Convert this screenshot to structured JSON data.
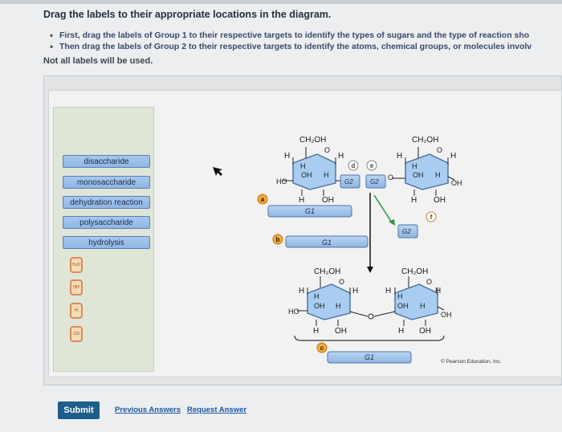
{
  "title": "Drag the labels to their appropriate locations in the diagram.",
  "instructions": [
    "First, drag the labels of Group 1 to their respective targets to identify the types of sugars and the type of reaction sho",
    "Then drag the labels of Group 2 to their respective targets to identify the atoms, chemical groups, or molecules involv"
  ],
  "note": "Not all labels will be used.",
  "group1_labels": [
    "disaccharide",
    "monosaccharide",
    "dehydration reaction",
    "polysaccharide",
    "hydrolysis"
  ],
  "group2_labels": [
    "H₂O",
    "OH",
    "H",
    "CO"
  ],
  "diagram": {
    "target_letters": [
      "a",
      "b",
      "c",
      "d",
      "e",
      "f"
    ],
    "target_texts": {
      "g1": "G1",
      "g2": "G2"
    },
    "chem": {
      "ch2oh": "CH₂OH",
      "h": "H",
      "oh": "OH",
      "ho": "HO",
      "o": "O"
    },
    "copyright": "© Pearson Education, Inc."
  },
  "footer": {
    "submit": "Submit",
    "previous_answers": "Previous Answers",
    "request_answer": "Request Answer"
  },
  "colors": {
    "label_blue": "#9dc1eb",
    "target_orange": "#e8902e",
    "arrow_green": "#2f8f4a",
    "submit": "#1d5e8a"
  }
}
